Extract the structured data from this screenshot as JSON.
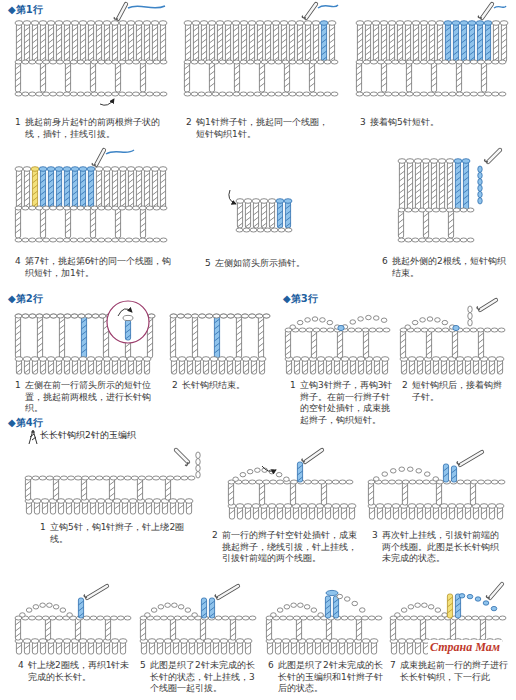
{
  "diagram": {
    "labels": [
      "◆第1行",
      "1",
      "挑起前身片起针的前两根辫子状的线，插针，挂线引拔。",
      "2",
      "钩1针辫子针，挑起同一个线圈，短针钩织1针。",
      "3",
      "接着钩5针短针。",
      "4",
      "第7针，挑起第6针的同一个线圈，钩织短针，加1针。",
      "5",
      "左侧如箭头所示插针。",
      "6",
      "挑起外侧的2根线，短针钩织结束。",
      "◆第2行",
      "1",
      "左侧在前一行箭头所示的短针位置，挑起前两根线，进行长针钩织。",
      "2",
      "长针钩织结束。",
      "◆第3行",
      "1",
      "立钩3针辫子，再钩3针辫子。在前一行辫子针的空针处插针，成束挑起辫子，钩织短针。",
      "2",
      "短针钩织后，接着钩辫子针。",
      "◆第4行",
      "长长针钩织2针的玉编织",
      "1",
      "立钩5针，钩1针辫子，针上绕2圈线。",
      "2",
      "前一行的辫子针空针处插针，成束挑起辫子，绕线引拔，针上挂线，引拔针前端的两个线圈。",
      "3",
      "再次针上挂线，引拔针前端的两个线圈。此图是长长针钩织未完成的状态。",
      "4",
      "针上绕2圈线，再织1针未完成的长长针。",
      "5",
      "此图是织了2针未完成的长长针的状态，针上挂线，3个线圈一起引拔。",
      "6",
      "此图是织了2针未完成的长长针的玉编织和1针辫子针后的状态。",
      "7",
      "成束挑起前一行的辫子进行长长针钩织，下一行此",
      "Страна Мам"
    ]
  }
}
